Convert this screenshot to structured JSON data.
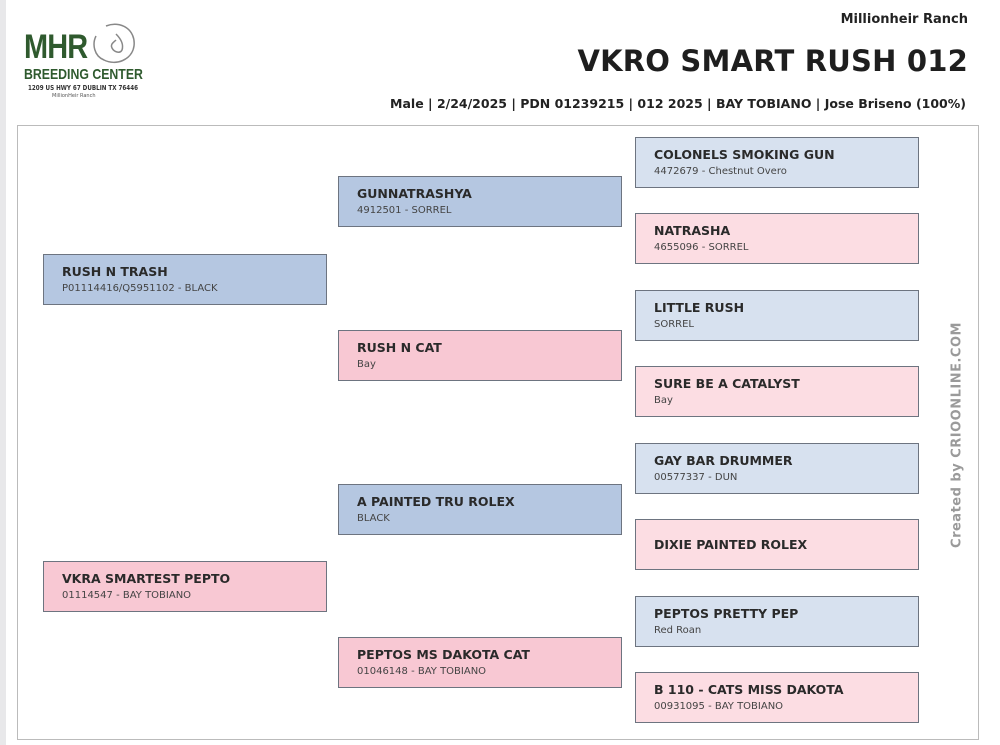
{
  "logo": {
    "line1": "MHR",
    "line2": "BREEDING CENTER",
    "address": "1209 US HWY 67 DUBLIN TX 76446",
    "sub": "MillionHeir Ranch"
  },
  "header": {
    "ranch": "Millionheir Ranch",
    "title": "VKRO SMART RUSH 012",
    "meta": "Male | 2/24/2025 | PDN 01239215 | 012 2025 | BAY TOBIANO | Jose Briseno (100%)"
  },
  "watermark": "Created by  CRIOONLINE.COM",
  "colors": {
    "sire": "#b5c7e1",
    "dam": "#f8c8d3",
    "sire_light": "#d7e1ef",
    "dam_light": "#fcdde3"
  },
  "pedigree": {
    "gen1": [
      {
        "name": "RUSH N TRASH",
        "info": "P01114416/Q5951102 - BLACK"
      },
      {
        "name": "VKRA SMARTEST PEPTO",
        "info": "01114547 - BAY TOBIANO"
      }
    ],
    "gen2": [
      {
        "name": "GUNNATRASHYA",
        "info": "4912501 - SORREL"
      },
      {
        "name": "RUSH N CAT",
        "info": "Bay"
      },
      {
        "name": "A PAINTED TRU ROLEX",
        "info": "BLACK"
      },
      {
        "name": "PEPTOS MS DAKOTA CAT",
        "info": "01046148 - BAY TOBIANO"
      }
    ],
    "gen3": [
      {
        "name": "COLONELS SMOKING GUN",
        "info": "4472679 - Chestnut Overo"
      },
      {
        "name": "NATRASHA",
        "info": "4655096 - SORREL"
      },
      {
        "name": "LITTLE RUSH",
        "info": "SORREL"
      },
      {
        "name": "SURE BE A CATALYST",
        "info": "Bay"
      },
      {
        "name": "GAY BAR DRUMMER",
        "info": "00577337 - DUN"
      },
      {
        "name": "DIXIE PAINTED ROLEX"
      },
      {
        "name": "PEPTOS PRETTY PEP",
        "info": "Red Roan"
      },
      {
        "name": "B 110 - CATS MISS DAKOTA",
        "info": "00931095 - BAY TOBIANO"
      }
    ]
  }
}
